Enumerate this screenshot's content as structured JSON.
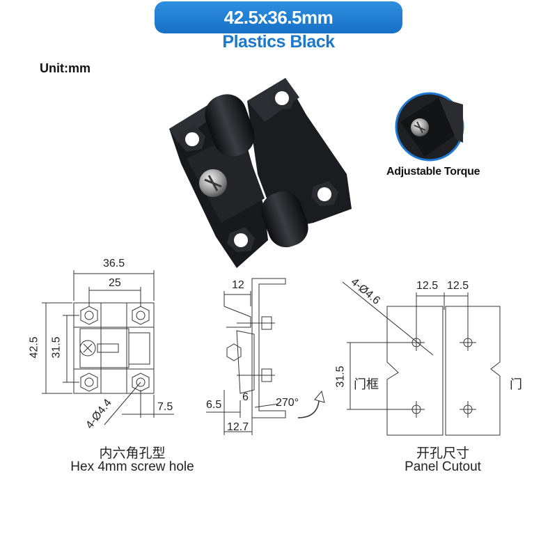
{
  "header": {
    "size_label": "42.5x36.5mm",
    "material_label": "Plastics Black"
  },
  "unit_label": "Unit:mm",
  "inset": {
    "caption": "Adjustable Torque"
  },
  "front_view": {
    "dim_width": "36.5",
    "dim_hole_spacing": "25",
    "dim_height": "42.5",
    "dim_hole_vertical": "31.5",
    "dim_hole_dia": "4-Ø4.4",
    "dim_edge": "7.5",
    "caption_cn": "内六角孔型",
    "caption_en": "Hex 4mm screw hole"
  },
  "side_view": {
    "dim_top": "12",
    "dim_left": "6.5",
    "dim_mid": "6",
    "dim_bottom": "12.7",
    "angle": "270°"
  },
  "cutout_view": {
    "dim_hole_dia": "4-Ø4.6",
    "dim_left_offset": "12.5",
    "dim_right_offset": "12.5",
    "dim_vertical": "31.5",
    "label_frame": "门框",
    "label_door": "门",
    "caption_cn": "开孔尺寸",
    "caption_en": "Panel Cutout"
  },
  "colors": {
    "accent_blue": "#1b78cf",
    "pill_blue": "#1670c6",
    "hinge_black": "#15171a"
  }
}
